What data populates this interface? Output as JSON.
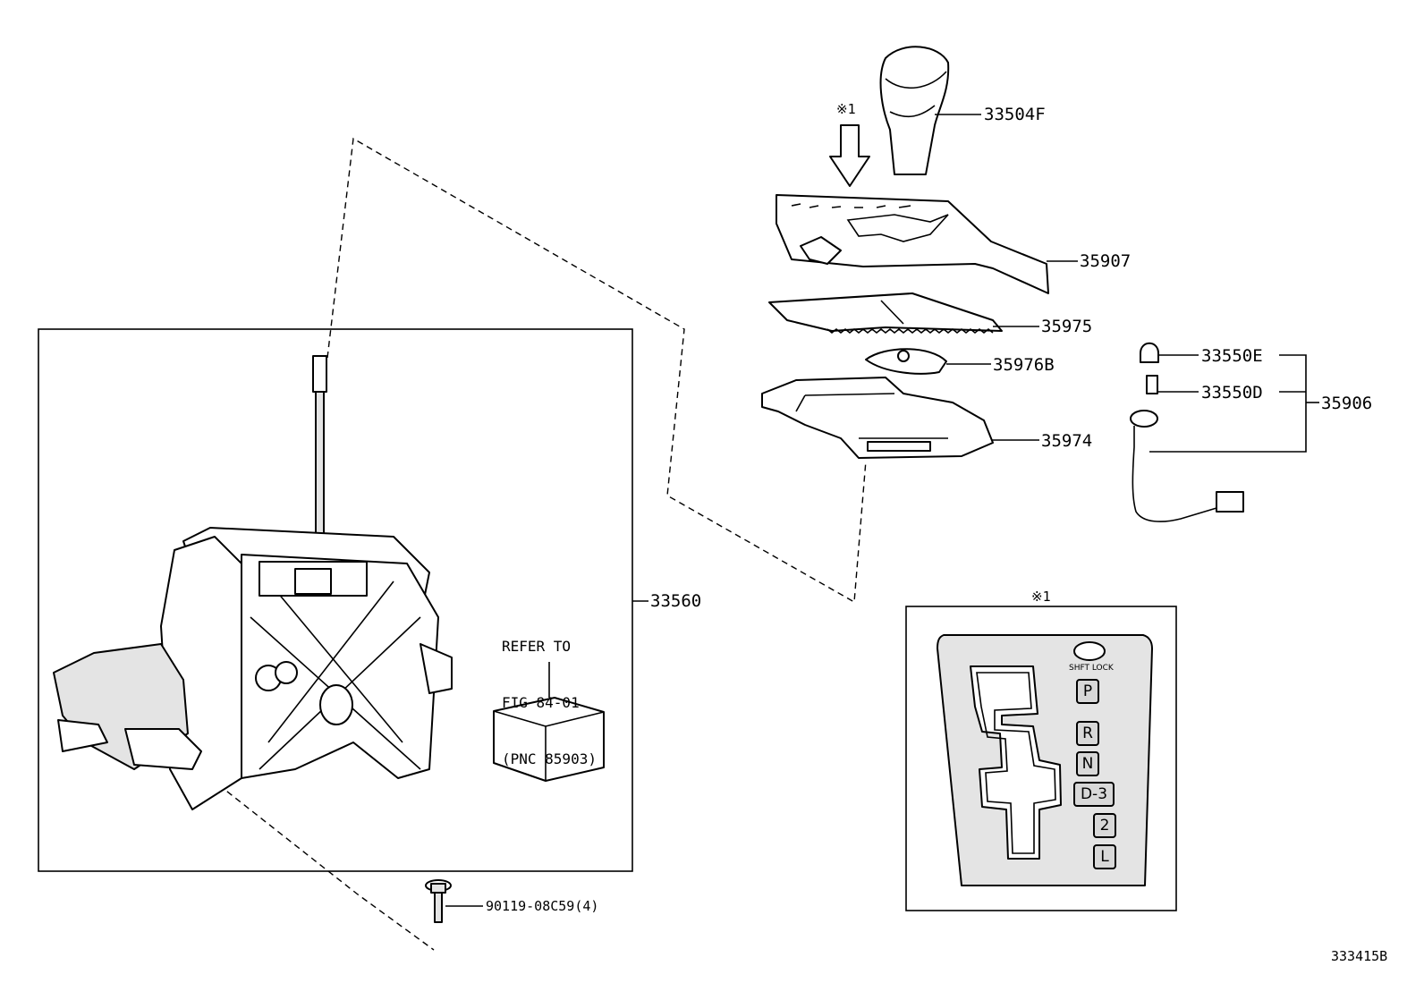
{
  "labels": {
    "knob": "33504F",
    "note_mark_top": "※1",
    "bezel": "35907",
    "plate": "35975",
    "slide": "35976B",
    "housing": "35974",
    "bulb_e": "33550E",
    "bulb_d": "33550D",
    "harness_set": "35906",
    "assembly": "33560",
    "bolt": "90119-08C59(4)",
    "refer_line1": "REFER TO",
    "refer_line2": "FIG 84-01",
    "refer_line3": "(PNC 85903)",
    "detail_mark": "※1",
    "figure_id": "333415B"
  },
  "indicator": {
    "shift_lock": "SHFT LOCK",
    "positions": [
      "P",
      "R",
      "N",
      "D-3",
      "2",
      "L"
    ]
  }
}
